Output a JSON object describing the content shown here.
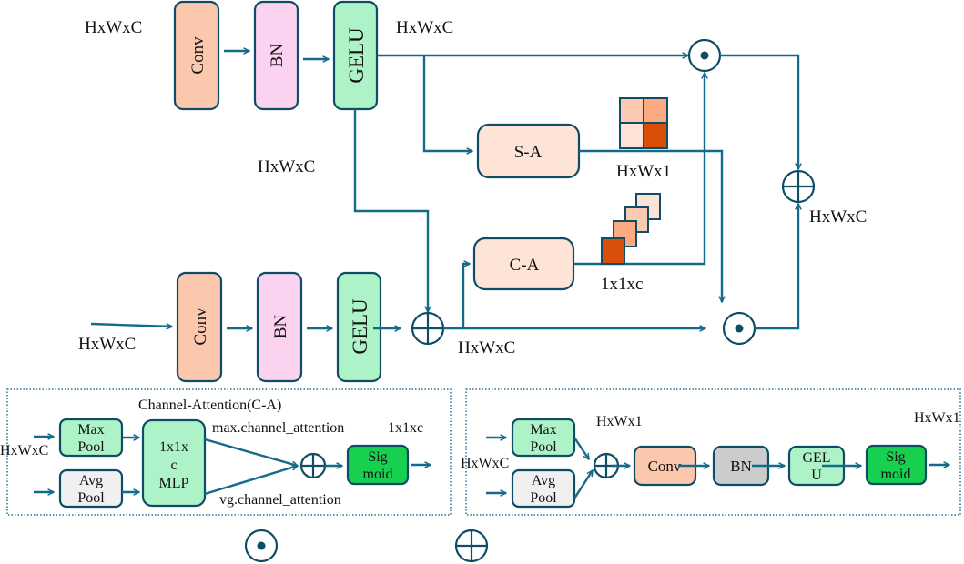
{
  "colors": {
    "line": "#136a8a",
    "border": "#0f4c66",
    "conv": "#fcc8ad",
    "bn_pink": "#fbd3f0",
    "gelu": "#aef2c8",
    "attn_box": "#fde4d7",
    "pool_gray": "#f0f0f0",
    "bn_gray": "#cccccc",
    "sigmoid": "#18d04f",
    "heat_1": "#fccab0",
    "heat_2": "#fbaa82",
    "heat_3": "#fde3d5",
    "heat_4": "#d94f0a"
  },
  "top_branch": {
    "input_label": "HxWxC",
    "conv": "Conv",
    "bn": "BN",
    "gelu": "GELU",
    "output_label": "HxWxC"
  },
  "bottom_branch": {
    "input_label": "HxWxC",
    "conv": "Conv",
    "bn": "BN",
    "gelu": "GELU"
  },
  "middle_label": "HxWxC",
  "sum_output_label": "HxWxC",
  "final_output_label": "HxWxC",
  "spatial_attention": {
    "label": "S-A",
    "output_shape": "HxWx1"
  },
  "channel_attention": {
    "label": "C-A",
    "output_shape": "1x1xc"
  },
  "ca_panel": {
    "title": "Channel-Attention(C-A)",
    "input_label": "HxWxC",
    "max_pool": [
      "Max",
      "Pool"
    ],
    "avg_pool": [
      "Avg",
      "Pool"
    ],
    "mlp": [
      "1x1x",
      "c",
      "MLP"
    ],
    "max_label": "max.channel_attention",
    "avg_label": "vg.channel_attention",
    "output_shape": "1x1xc",
    "sigmoid": [
      "Sig",
      "moid"
    ]
  },
  "sa_panel": {
    "input_label": "HxWxC",
    "max_pool": [
      "Max",
      "Pool"
    ],
    "avg_pool": [
      "Avg",
      "Pool"
    ],
    "mid_shape": "HxWx1",
    "conv": "Conv",
    "bn": "BN",
    "gelu": [
      "GEL",
      "U"
    ],
    "sigmoid": [
      "Sig",
      "moid"
    ],
    "output_shape": "HxWx1"
  },
  "legend": {
    "symbols": [
      "elementwise-multiply",
      "elementwise-add"
    ]
  }
}
